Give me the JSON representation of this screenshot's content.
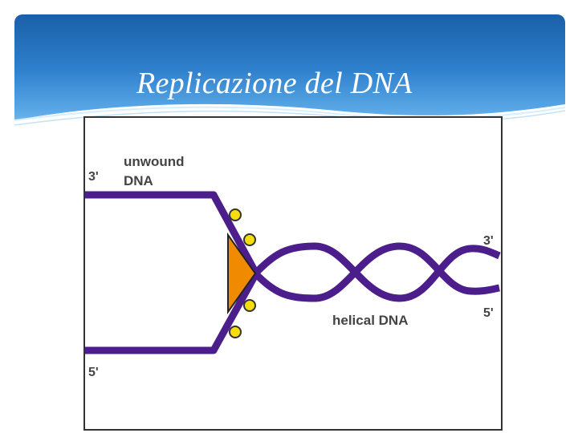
{
  "slide": {
    "title": "Replicazione del DNA"
  },
  "diagram": {
    "label_unwound_line1": "unwound",
    "label_unwound_line2": "DNA",
    "label_helical": "helical DNA",
    "end_top_left": "3'",
    "end_bottom_left": "5'",
    "end_top_right": "3'",
    "end_bottom_right": "5'",
    "colors": {
      "strand": "#4b1e8c",
      "helicase": "#f08a00",
      "binding_protein": "#f5dd10",
      "header_blue": "#2e7fcc"
    }
  }
}
